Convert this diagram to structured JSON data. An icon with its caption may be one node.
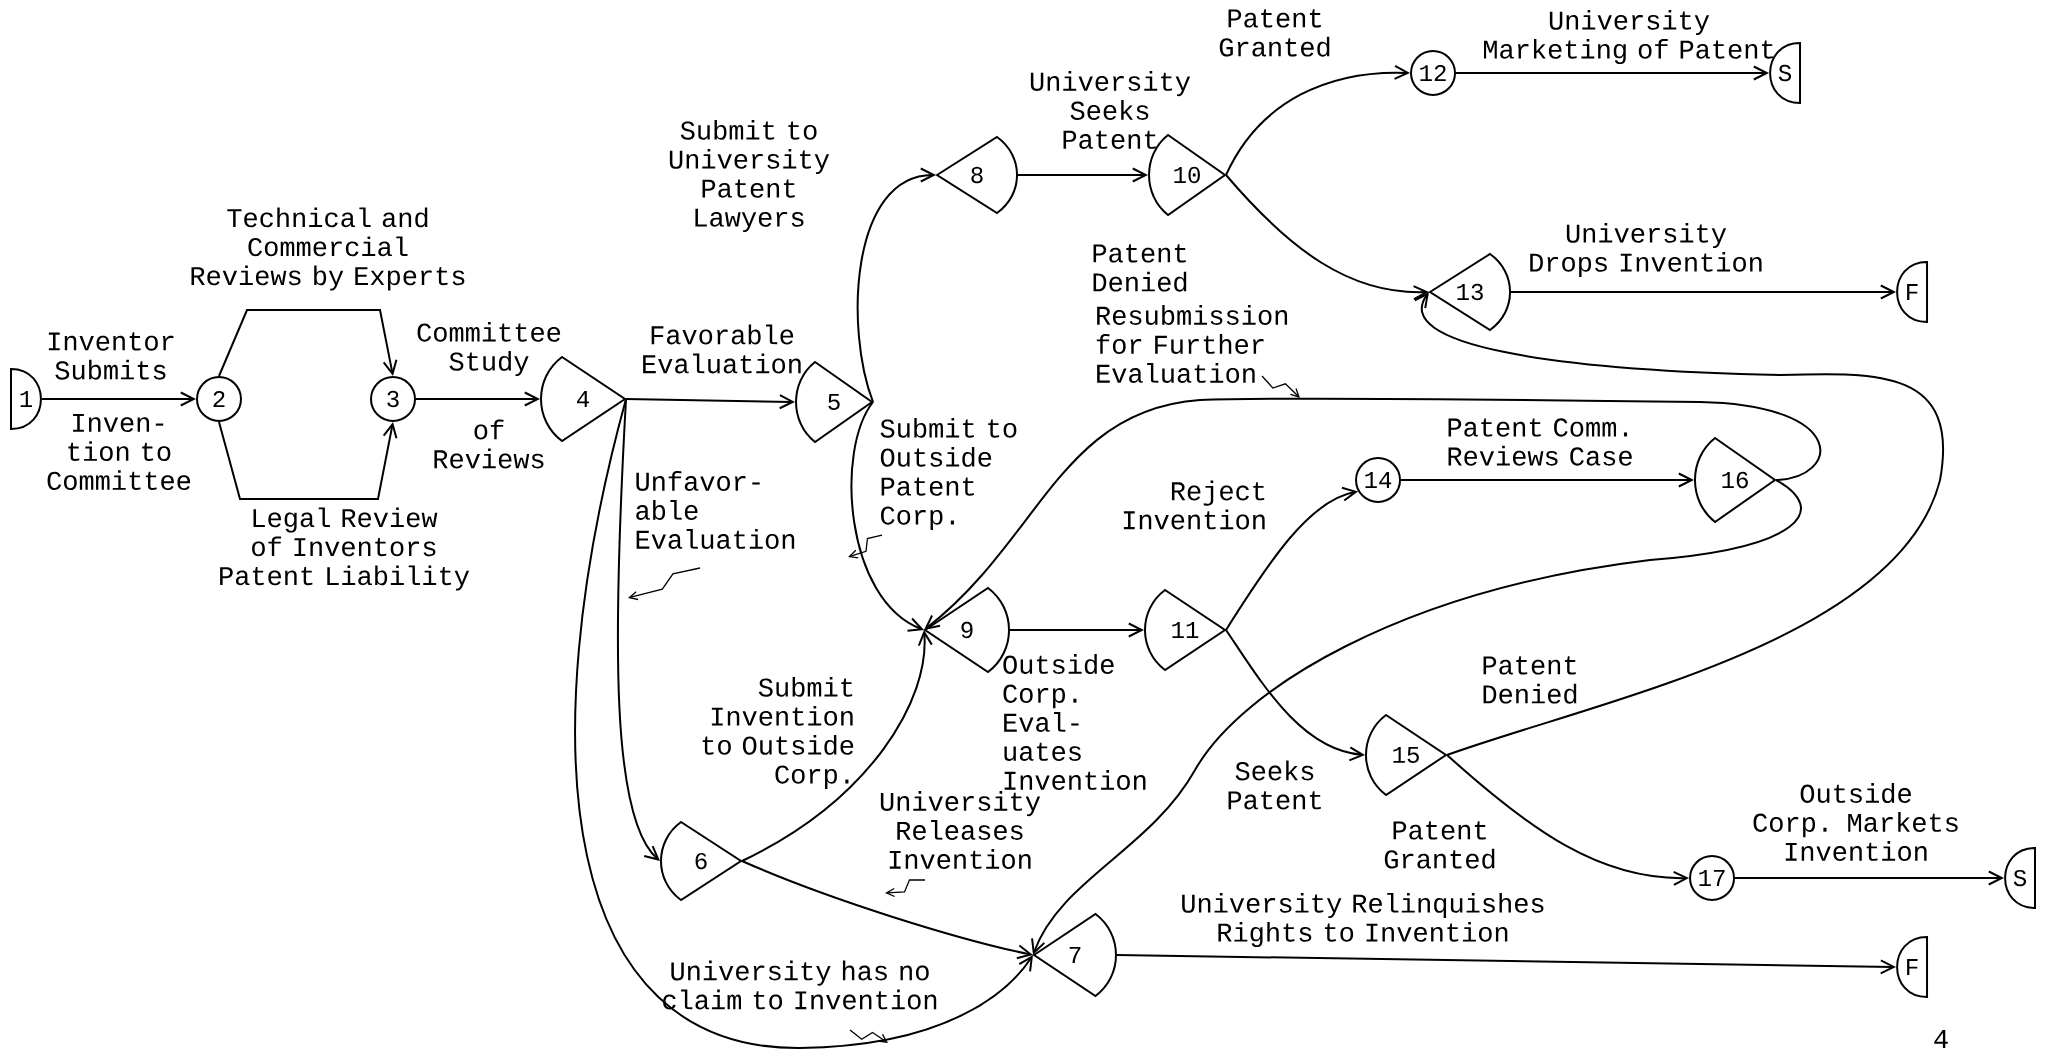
{
  "diagram": {
    "nodes": [
      {
        "text": [
          "1"
        ]
      },
      {
        "text": [
          "2"
        ]
      },
      {
        "text": [
          "3"
        ]
      },
      {
        "text": [
          "4"
        ]
      },
      {
        "text": [
          "5"
        ]
      },
      {
        "text": [
          "6"
        ]
      },
      {
        "text": [
          "7"
        ]
      },
      {
        "text": [
          "8"
        ]
      },
      {
        "text": [
          "9"
        ]
      },
      {
        "text": [
          "10"
        ]
      },
      {
        "text": [
          "11"
        ]
      },
      {
        "text": [
          "12"
        ]
      },
      {
        "text": [
          "13"
        ]
      },
      {
        "text": [
          "14"
        ]
      },
      {
        "text": [
          "15"
        ]
      },
      {
        "text": [
          "16"
        ]
      },
      {
        "text": [
          "17"
        ]
      },
      {
        "text": [
          "S"
        ]
      },
      {
        "text": [
          "F"
        ]
      },
      {
        "text": [
          "S"
        ]
      },
      {
        "text": [
          "F"
        ]
      }
    ],
    "edges": [
      {
        "from": 0,
        "to": 1,
        "arrow": "to",
        "label": "Inventor Submits"
      },
      {
        "from": 1,
        "to": 2,
        "arrow": "to",
        "label": "Technical and Commercial Reviews by Experts"
      },
      {
        "from": 1,
        "to": 2,
        "arrow": "to",
        "label": "Legal Review of Inventors Patent Liability"
      },
      {
        "from": 2,
        "to": 3,
        "arrow": "to",
        "label": "Committee Study"
      },
      {
        "from": 3,
        "to": 4,
        "arrow": "to",
        "label": "Favorable Evaluation"
      },
      {
        "from": 3,
        "to": 5,
        "arrow": "to",
        "label": "Unfavor- able Evaluation"
      },
      {
        "from": 3,
        "to": 6,
        "arrow": "to",
        "label": "University has no claim to Invention"
      },
      {
        "from": 4,
        "to": 7,
        "arrow": "to",
        "label": "Submit to University Patent Lawyers"
      },
      {
        "from": 4,
        "to": 8,
        "arrow": "to",
        "label": "Submit to Outside Patent Corp."
      },
      {
        "from": 5,
        "to": 8,
        "arrow": "to",
        "label": "Submit Invention to Outside Corp."
      },
      {
        "from": 5,
        "to": 6,
        "arrow": "to",
        "label": "University Releases Invention"
      },
      {
        "from": 7,
        "to": 9,
        "arrow": "to",
        "label": "University Seeks Patent"
      },
      {
        "from": 9,
        "to": 11,
        "arrow": "to",
        "label": "Patent Granted"
      },
      {
        "from": 9,
        "to": 12,
        "arrow": "to",
        "label": "Patent Denied"
      },
      {
        "from": 11,
        "to": 17,
        "arrow": "to",
        "label": "University Marketing of Patent"
      },
      {
        "from": 12,
        "to": 18,
        "arrow": "to",
        "label": "University Drops Invention"
      },
      {
        "from": 8,
        "to": 10,
        "arrow": "to",
        "label": "Outside Corp. Eval- uates Invention"
      },
      {
        "from": 10,
        "to": 13,
        "arrow": "to",
        "label": "Reject Invention"
      },
      {
        "from": 10,
        "to": 14,
        "arrow": "to",
        "label": "Seeks Patent"
      },
      {
        "from": 13,
        "to": 15,
        "arrow": "to",
        "label": "Patent Comm. Reviews Case"
      },
      {
        "from": 15,
        "to": 8,
        "arrow": "to",
        "label": "Resubmission for Further Evaluation"
      },
      {
        "from": 15,
        "to": 6,
        "arrow": "to"
      },
      {
        "from": 14,
        "to": 12,
        "arrow": "to",
        "label": "Patent Denied"
      },
      {
        "from": 14,
        "to": 16,
        "arrow": "to",
        "label": "Patent Granted"
      },
      {
        "from": 16,
        "to": 19,
        "arrow": "to",
        "label": "Outside Corp. Markets Invention"
      },
      {
        "from": 6,
        "to": 20,
        "arrow": "to",
        "label": "University Relinquishes Rights to Invention"
      }
    ],
    "labels": [
      "Inven- tion to Committee",
      "of Reviews",
      "4"
    ]
  }
}
